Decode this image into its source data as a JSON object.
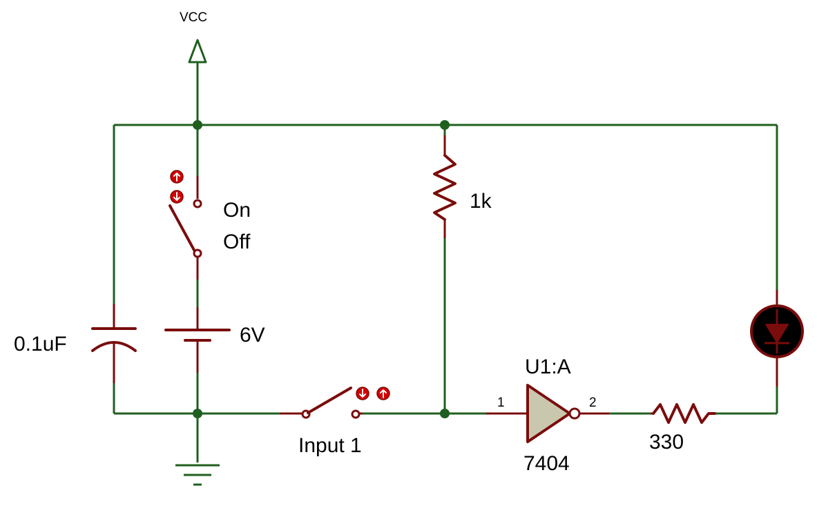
{
  "labels": {
    "vcc": "VCC",
    "on": "On",
    "off": "Off",
    "resistor_1k": "1k",
    "capacitor": "0.1uF",
    "battery": "6V",
    "input_switch": "Input 1",
    "gate_ref": "U1:A",
    "gate_part": "7404",
    "pin_in": "1",
    "pin_out": "2",
    "resistor_330": "330"
  },
  "controls": {
    "power_switch": [
      "toggle-up-icon",
      "toggle-down-icon"
    ],
    "input_switch": [
      "arrow-down-icon",
      "arrow-up-icon"
    ]
  },
  "colors": {
    "wire": "#1f5f1f",
    "component": "#7a0c0c",
    "gate_fill": "#c9c8ae",
    "control": "#d40000"
  }
}
